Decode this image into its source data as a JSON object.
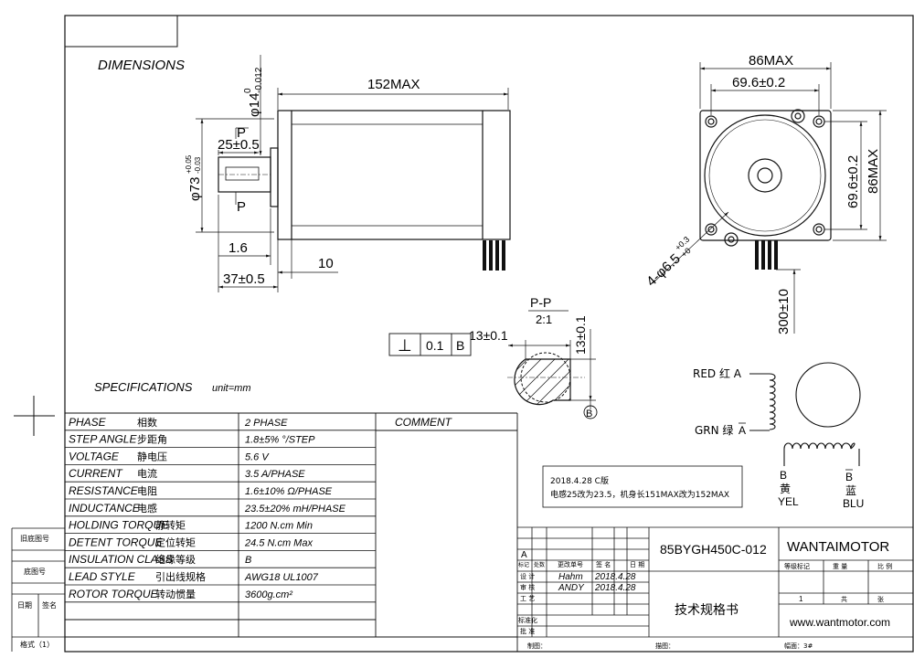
{
  "title": "DIMENSIONS",
  "side_view": {
    "shaft_dia": "φ14",
    "shaft_tol_upper": "0",
    "shaft_tol_lower": "-0.012",
    "body_length": "152MAX",
    "pilot_dia": "φ73",
    "pilot_tol_upper": "+0.05",
    "pilot_tol_lower": "-0.03",
    "key_length": "25±0.5",
    "section_mark": "P",
    "flange_thk": "1.6",
    "pilot_depth": "10",
    "shaft_length": "37±0.5"
  },
  "front_view": {
    "width_max": "86MAX",
    "hole_spacing_h": "69.6±0.2",
    "hole_spacing_v": "69.6±0.2",
    "height_max": "86MAX",
    "holes": "4-φ6.5",
    "holes_tol_upper": "+0.3",
    "holes_tol_lower": "+0",
    "lead_length": "300±10"
  },
  "section": {
    "title": "P-P",
    "scale": "2:1",
    "key_width": "13±0.1",
    "key_height": "13±0.1",
    "datum": "B",
    "perp_symbol": "⊥",
    "perp_tol": "0.1",
    "perp_datum": "B"
  },
  "wiring": {
    "red": "RED 红 A",
    "grn": "GRN 绿",
    "grn_phase": "A",
    "b_left": "B",
    "b_left_cn": "黄",
    "b_left_en": "YEL",
    "b_right": "B",
    "b_right_cn": "蓝",
    "b_right_en": "BLU"
  },
  "specs_title": "SPECIFICATIONS",
  "specs_unit": "unit=mm",
  "comment_header": "COMMENT",
  "specs": [
    {
      "en": "PHASE",
      "cn": "相数",
      "value": "2  PHASE"
    },
    {
      "en": "STEP ANGLE",
      "cn": "步距角",
      "value": "1.8±5% °/STEP"
    },
    {
      "en": "VOLTAGE",
      "cn": "静电压",
      "value": "5.6 V"
    },
    {
      "en": "CURRENT",
      "cn": "电流",
      "value": "3.5 A/PHASE"
    },
    {
      "en": "RESISTANCE",
      "cn": "电阻",
      "value": "1.6±10%  Ω/PHASE"
    },
    {
      "en": "INDUCTANCE",
      "cn": "电感",
      "value": "23.5±20% mH/PHASE"
    },
    {
      "en": "HOLDING TORQUE",
      "cn": "静转矩",
      "value": "1200  N.cm Min"
    },
    {
      "en": "DETENT TORQUE",
      "cn": "定位转矩",
      "value": "24.5 N.cm Max"
    },
    {
      "en": "INSULATION CLASS",
      "cn": "绝缘等级",
      "value": "B"
    },
    {
      "en": "LEAD STYLE",
      "cn": "引出线规格",
      "value": "AWG18 UL1007"
    },
    {
      "en": "ROTOR TORQUE",
      "cn": "转动惯量",
      "value": "3600g.cm²"
    }
  ],
  "revision_note": {
    "line1": "2018.4.28 C版",
    "line2": "电感25改为23.5，机身长151MAX改为152MAX"
  },
  "left_margin": {
    "old_drawing": "旧底图号",
    "base_drawing": "底图号",
    "date": "日期",
    "sign": "签名",
    "format": "格式（1）"
  },
  "title_block": {
    "model": "85BYGH450C-012",
    "company": "WANTAIMOTOR",
    "doc_title": "技术规格书",
    "website": "www.wantmotor.com",
    "rev_letter": "A",
    "mark": "标记",
    "count": "处数",
    "change_no": "更改单号",
    "sign": "签  名",
    "date": "日 期",
    "design": "设  计",
    "review": "审  核",
    "process": "工  艺",
    "standard": "标准化",
    "approve": "批  准",
    "designer": "Hahm",
    "design_date": "2018.4.28",
    "reviewer": "ANDY",
    "review_date": "2018.4.28",
    "grade": "等级标记",
    "weight": "重  量",
    "ratio": "比  例",
    "sheet_total": "共",
    "sheet_total_no": "1",
    "sheet": "张",
    "drawn": "制图：",
    "traced": "描图：",
    "size": "幅面：3#"
  }
}
